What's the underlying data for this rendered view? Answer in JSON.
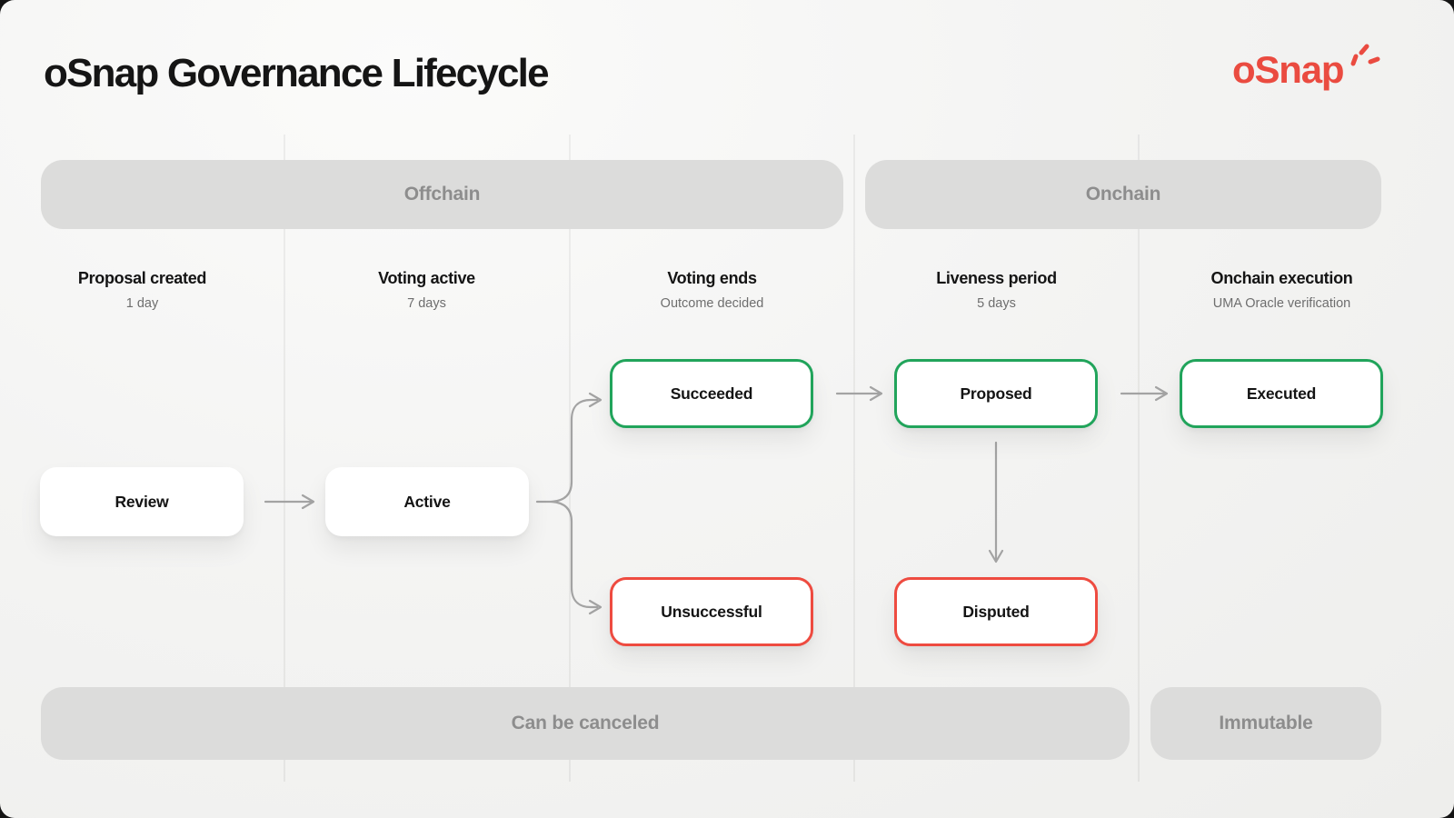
{
  "page": {
    "title": "oSnap Governance Lifecycle",
    "logo_text": "oSnap"
  },
  "bands": {
    "offchain": "Offchain",
    "onchain": "Onchain",
    "can_be_canceled": "Can be canceled",
    "immutable": "Immutable"
  },
  "columns": [
    {
      "title": "Proposal created",
      "subtitle": "1 day"
    },
    {
      "title": "Voting active",
      "subtitle": "7 days"
    },
    {
      "title": "Voting ends",
      "subtitle": "Outcome decided"
    },
    {
      "title": "Liveness period",
      "subtitle": "5 days"
    },
    {
      "title": "Onchain execution",
      "subtitle": "UMA Oracle verification"
    }
  ],
  "nodes": [
    {
      "label": "Review",
      "variant": "neutral"
    },
    {
      "label": "Active",
      "variant": "neutral"
    },
    {
      "label": "Succeeded",
      "variant": "success"
    },
    {
      "label": "Unsuccessful",
      "variant": "failure"
    },
    {
      "label": "Proposed",
      "variant": "success"
    },
    {
      "label": "Disputed",
      "variant": "failure"
    },
    {
      "label": "Executed",
      "variant": "success"
    }
  ],
  "colors": {
    "success_border": "#21a45b",
    "failure_border": "#ee4b40",
    "brand_red": "#ea4b40",
    "band_background": "#dcdcdb",
    "band_text": "#8d8d8d",
    "arrow": "#a3a3a3"
  }
}
